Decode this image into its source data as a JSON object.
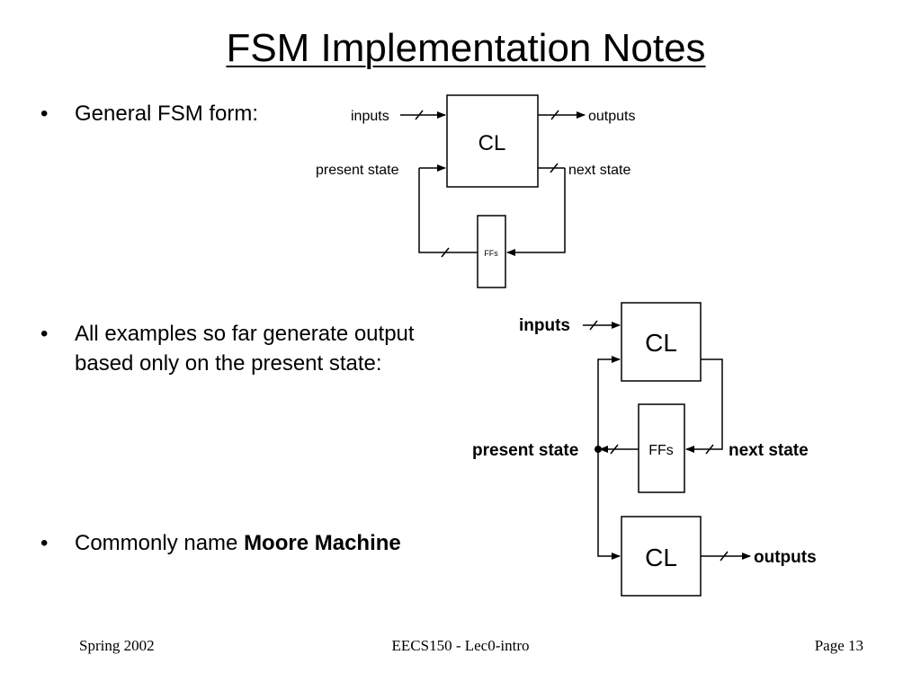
{
  "slide": {
    "title": "FSM Implementation Notes",
    "bullets": [
      {
        "text": "General FSM form:"
      },
      {
        "text": "All examples so far generate output based only on the present state:"
      },
      {
        "prefix": "Commonly name ",
        "bold": "Moore Machine"
      }
    ],
    "bullet_glyph": "•"
  },
  "diagram1": {
    "inputs": "inputs",
    "outputs": "outputs",
    "present_state": "present state",
    "next_state": "next state",
    "cl": "CL",
    "ffs": "FFs"
  },
  "diagram2": {
    "inputs": "inputs",
    "present_state": "present state",
    "next_state": "next state",
    "outputs": "outputs",
    "cl_top": "CL",
    "cl_bottom": "CL",
    "ffs": "FFs"
  },
  "footer": {
    "left": "Spring 2002",
    "center": "EECS150 - Lec0-intro",
    "right": "Page 13"
  }
}
